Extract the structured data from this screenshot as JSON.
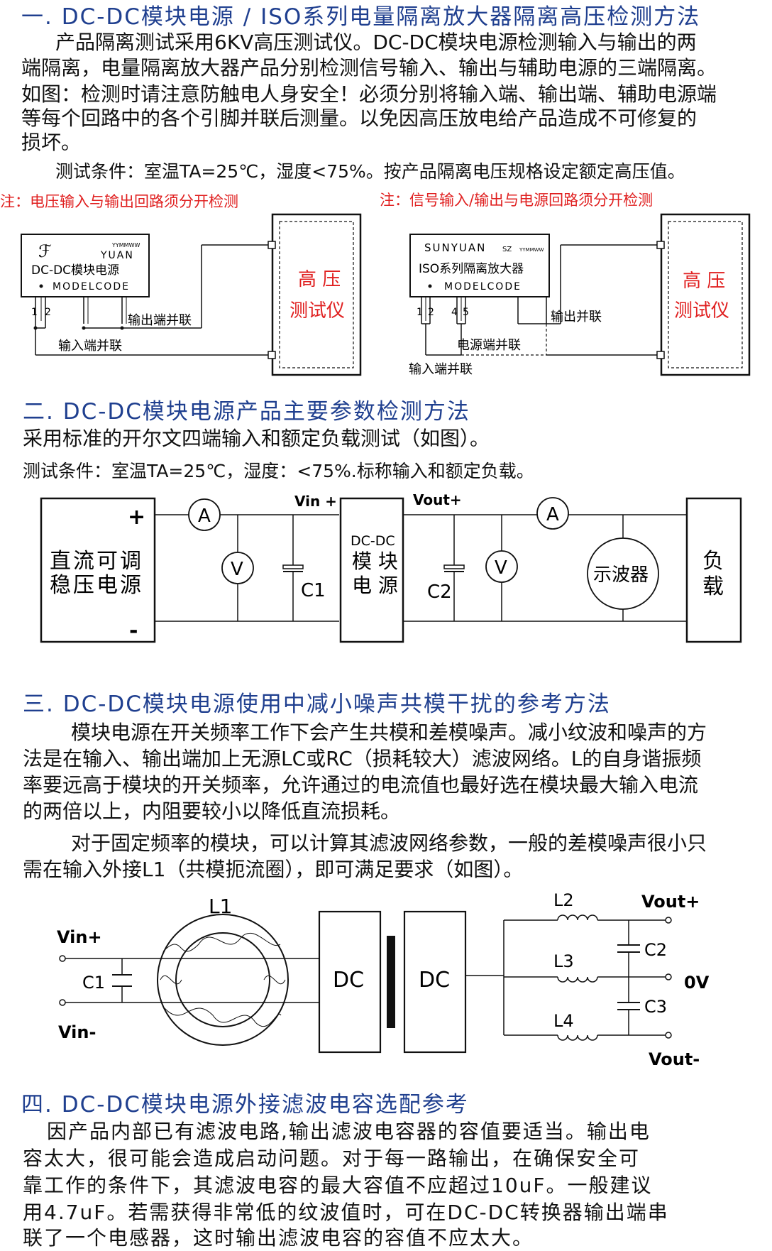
{
  "colors": {
    "heading": "#1f3f8f",
    "note": "#e02020",
    "text": "#111111"
  },
  "s1": {
    "title": "一. DC-DC模块电源 / ISO系列电量隔离放大器隔离高压检测方法",
    "p1_l1": "产品隔离测试采用6KV高压测试仪。DC-DC模块电源检测输入与输出的两",
    "p1_l2": "端隔离，电量隔离放大器产品分别检测信号输入、输出与辅助电源的三端隔离。",
    "p2_l1": "如图：检测时请注意防触电人身安全！必须分别将输入端、输出端、辅助电源端",
    "p2_l2": "等每个回路中的各个引脚并联后测量。以免因高压放电给产品造成不可修复的",
    "p2_l3": "损坏。",
    "cond": "测试条件：室温TA=25℃，湿度<75%。按产品隔离电压规格设定额定高压值。",
    "left": {
      "note": "注：电压输入与输出回路须分开检测",
      "logo_text": "YUAN",
      "ymd": "YYMMWW",
      "product": "DC-DC模块电源",
      "model": "MODELCODE",
      "pin1": "1",
      "pin2": "2",
      "out_label": "输出端并联",
      "in_label": "输入端并联",
      "tester_l1": "高 压",
      "tester_l2": "测试仪"
    },
    "right": {
      "note": "注：信号输入/输出与电源回路须分开检测",
      "brand": "SUNYUAN",
      "sz": "SZ",
      "ymd": "YYMMWW",
      "product": "ISO系列隔离放大器",
      "model": "MODELCODE",
      "pin1": "1",
      "pin2": "2",
      "pin4": "4",
      "pin5": "5",
      "out_label": "输出并联",
      "pwr_label": "电源端并联",
      "in_label": "输入端并联",
      "tester_l1": "高 压",
      "tester_l2": "测试仪"
    }
  },
  "s2": {
    "title": "二. DC-DC模块电源产品主要参数检测方法",
    "p1": "采用标准的开尔文四端输入和额定负载测试（如图）。",
    "cond": "测试条件：室温TA=25℃，湿度：<75%.标称输入和额定负载。",
    "diagram": {
      "source_l1": "直流可调",
      "source_l2": "稳压电源",
      "plus": "+",
      "minus": "-",
      "ammeter": "A",
      "voltmeter": "V",
      "c1": "C1",
      "c2": "C2",
      "vin": "Vin +",
      "vout": "Vout+",
      "dcdc_l1": "DC-DC",
      "dcdc_l2": "模 块",
      "dcdc_l3": "电 源",
      "scope": "示波器",
      "load_l1": "负",
      "load_l2": "载"
    }
  },
  "s3": {
    "title": "三. DC-DC模块电源使用中减小噪声共模干扰的参考方法",
    "p1_l1": "模块电源在开关频率工作下会产生共模和差模噪声。减小纹波和噪声的方",
    "p1_l2": "法是在输入、输出端加上无源LC或RC（损耗较大）滤波网络。L的自身谐振频",
    "p1_l3": "率要远高于模块的开关频率，允许通过的电流值也最好选在模块最大输入电流",
    "p1_l4": "的两倍以上，内阻要较小以降低直流损耗。",
    "p2_l1": "对于固定频率的模块，可以计算其滤波网络参数，一般的差模噪声很小只",
    "p2_l2": "需在输入外接L1（共模扼流圈），即可满足要求（如图）。",
    "diagram": {
      "l1": "L1",
      "vin_plus": "Vin+",
      "vin_minus": "Vin-",
      "c1": "C1",
      "dc_left": "DC",
      "dc_right": "DC",
      "l2": "L2",
      "l3": "L3",
      "l4": "L4",
      "c2": "C2",
      "c3": "C3",
      "vout_plus": "Vout+",
      "zero_v": "0V",
      "vout_minus": "Vout-"
    }
  },
  "s4": {
    "title": "四. DC-DC模块电源外接滤波电容选配参考",
    "p1_l1": "因产品内部已有滤波电路,输出滤波电容器的容值要适当。输出电",
    "p1_l2": "容太大，很可能会造成启动问题。对于每一路输出，在确保安全可",
    "p1_l3": "靠工作的条件下，其滤波电容的最大容值不应超过10uF。一般建议",
    "p1_l4": "用4.7uF。若需获得非常低的纹波值时，可在DC-DC转换器输出端串",
    "p1_l5": "联了一个电感器，这时输出滤波电容的容值不应太大。"
  }
}
